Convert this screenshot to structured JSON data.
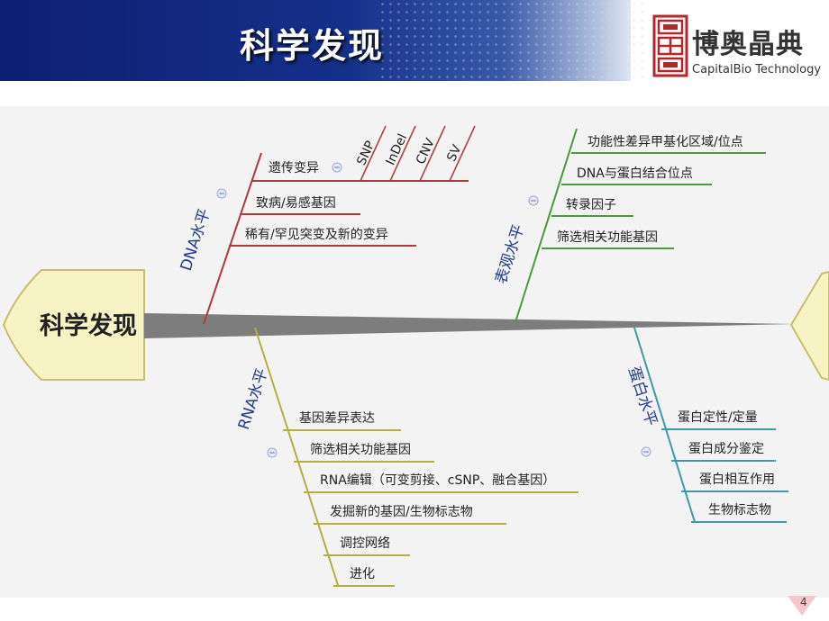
{
  "header": {
    "title": "科学发现",
    "logo_name": "博奥晶典",
    "logo_sub": "CapitalBio Technology"
  },
  "diagram": {
    "head_label": "科学发现",
    "branches": [
      {
        "id": "dna",
        "label": "DNA水平",
        "color": "#b03a3a",
        "items": [
          "遗传变异",
          "致病/易感基因",
          "稀有/罕见突变及新的变异"
        ],
        "sub_items": [
          "SNP",
          "InDel",
          "CNV",
          "SV"
        ]
      },
      {
        "id": "phen",
        "label": "表观水平",
        "color": "#4a9a3a",
        "items": [
          "功能性差异甲基化区域/位点",
          "DNA与蛋白结合位点",
          "转录因子",
          "筛选相关功能基因"
        ]
      },
      {
        "id": "rna",
        "label": "RNA水平",
        "color": "#b5ae3c",
        "items": [
          "基因差异表达",
          "筛选相关功能基因",
          "RNA编辑（可变剪接、cSNP、融合基因）",
          "发掘新的基因/生物标志物",
          "调控网络",
          "进化"
        ]
      },
      {
        "id": "prot",
        "label": "蛋白水平",
        "color": "#3d9aa6",
        "items": [
          "蛋白定性/定量",
          "蛋白成分鉴定",
          "蛋白相互作用",
          "生物标志物"
        ]
      }
    ]
  },
  "footer": {
    "page_number": "4"
  }
}
